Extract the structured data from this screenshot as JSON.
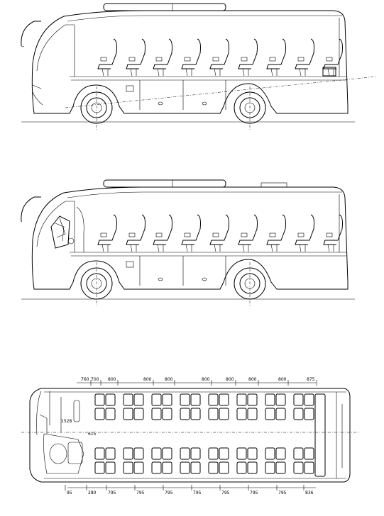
{
  "views": {
    "side_view_1": {
      "name": "side-elevation-seating"
    },
    "side_view_2": {
      "name": "side-elevation-driver"
    },
    "plan_view": {
      "name": "floor-plan"
    }
  },
  "plan_dimensions": {
    "top": [
      "760",
      "700",
      "800",
      "800",
      "800",
      "800",
      "800",
      "800",
      "800",
      "875"
    ],
    "bottom": [
      "95",
      "280",
      "795",
      "795",
      "795",
      "795",
      "795",
      "795",
      "795",
      "836"
    ],
    "left": [
      "1528",
      "615"
    ]
  },
  "colors": {
    "line": "#000000",
    "background": "#ffffff"
  }
}
